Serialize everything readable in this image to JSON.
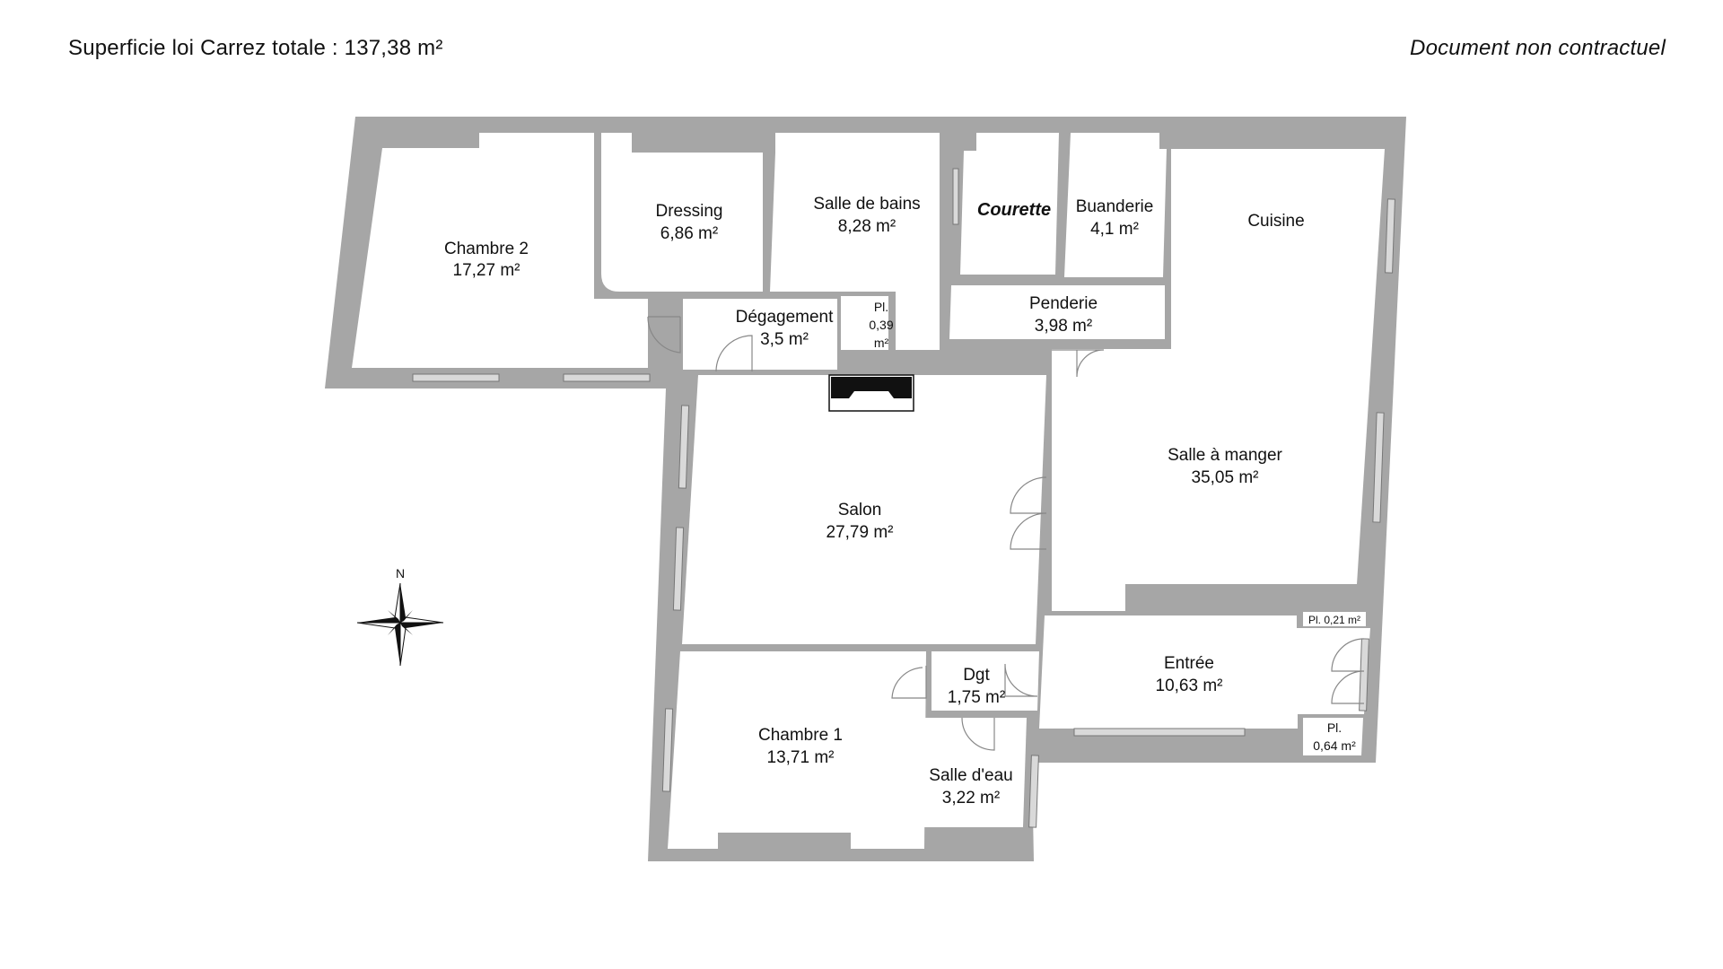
{
  "header": {
    "total_area": "Superficie loi Carrez totale :  137,38 m²",
    "disclaimer": "Document non contractuel"
  },
  "compass": {
    "north_label": "N"
  },
  "rooms": {
    "chambre2": {
      "name": "Chambre 2",
      "area": "17,27 m²"
    },
    "dressing": {
      "name": "Dressing",
      "area": "6,86 m²"
    },
    "salle_bains": {
      "name": "Salle de bains",
      "area": "8,28 m²"
    },
    "courette": {
      "name": "Courette"
    },
    "buanderie": {
      "name": "Buanderie",
      "area": "4,1 m²"
    },
    "cuisine": {
      "name": "Cuisine"
    },
    "degagement": {
      "name": "Dégagement",
      "area": "3,5 m²"
    },
    "pl1": {
      "name": "Pl.",
      "area_a": "0,39",
      "area_b": "m²"
    },
    "penderie": {
      "name": "Penderie",
      "area": "3,98 m²"
    },
    "salon": {
      "name": "Salon",
      "area": "27,79 m²"
    },
    "salle_manger": {
      "name": "Salle à manger",
      "area": "35,05 m²"
    },
    "pl2": {
      "label": "Pl. 0,21 m²"
    },
    "entree": {
      "name": "Entrée",
      "area": "10,63 m²"
    },
    "pl3": {
      "name": "Pl.",
      "area": "0,64 m²"
    },
    "dgt": {
      "name": "Dgt",
      "area": "1,75 m²"
    },
    "chambre1": {
      "name": "Chambre 1",
      "area": "13,71 m²"
    },
    "salle_eau": {
      "name": "Salle d'eau",
      "area": "3,22 m²"
    }
  },
  "colors": {
    "wall": "#a6a6a6",
    "room": "#ffffff"
  }
}
